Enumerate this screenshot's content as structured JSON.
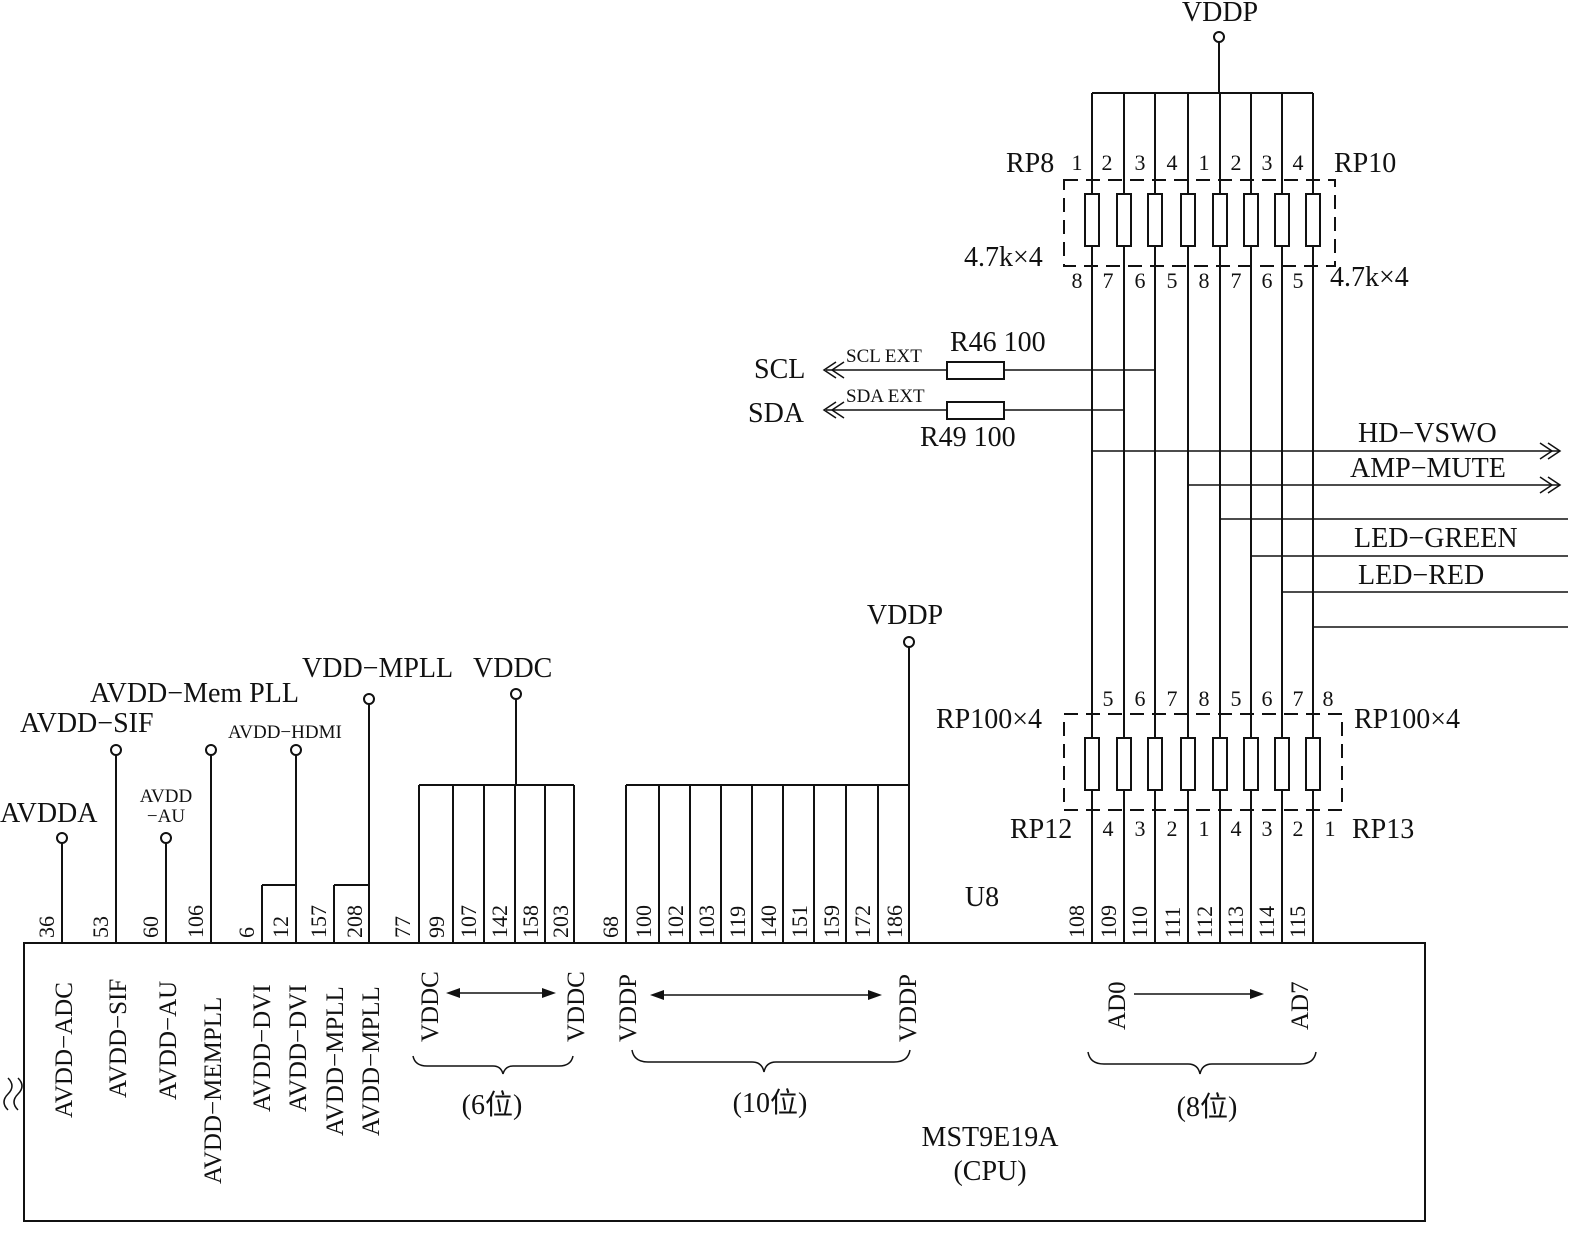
{
  "chip": {
    "name": "MST9E19A",
    "subtitle": "(CPU)",
    "ref": "U8"
  },
  "supply_labels": {
    "vddp_top": "VDDP",
    "vddp_mid": "VDDP",
    "vddc": "VDDC",
    "vdd_mpll": "VDD−MPLL",
    "avdd_mempll": "AVDD−Mem PLL",
    "avdd_sif": "AVDD−SIF",
    "avdd_hdmi": "AVDD−HDMI",
    "avdd_au_1": "AVDD",
    "avdd_au_2": "−AU",
    "avdda": "AVDDA"
  },
  "analog_pins": {
    "numbers": [
      "36",
      "53",
      "60",
      "106",
      "6",
      "12",
      "157",
      "208",
      "77"
    ],
    "names": [
      "AVDD−ADC",
      "AVDD−SIF",
      "AVDD−AU",
      "AVDD−MEMPLL",
      "AVDD−DVI",
      "AVDD−DVI",
      "AVDD−MPLL",
      "AVDD−MPLL"
    ]
  },
  "vddc_group": {
    "pins": [
      "99",
      "107",
      "142",
      "158",
      "203"
    ],
    "left": "VDDC",
    "right": "VDDC",
    "count": "(6位)"
  },
  "vddp_group": {
    "pins": [
      "68",
      "100",
      "102",
      "103",
      "119",
      "140",
      "151",
      "159",
      "172",
      "186"
    ],
    "left": "VDDP",
    "right": "VDDP",
    "count": "(10位)"
  },
  "ad_group": {
    "pins": [
      "108",
      "109",
      "110",
      "111",
      "112",
      "113",
      "114",
      "115"
    ],
    "left": "AD0",
    "right": "AD7",
    "count": "(8位)"
  },
  "pullup_packs": {
    "left_ref": "RP8",
    "right_ref": "RP10",
    "left_value": "4.7k×4",
    "right_value": "4.7k×4",
    "top_pins": [
      "1",
      "2",
      "3",
      "4",
      "1",
      "2",
      "3",
      "4"
    ],
    "bottom_pins": [
      "8",
      "7",
      "6",
      "5",
      "8",
      "7",
      "6",
      "5"
    ]
  },
  "series_packs": {
    "left_value": "RP100×4",
    "right_value": "RP100×4",
    "left_ref": "RP12",
    "right_ref": "RP13",
    "top_pins": [
      "5",
      "6",
      "7",
      "8",
      "5",
      "6",
      "7",
      "8"
    ],
    "bottom_pins": [
      "4",
      "3",
      "2",
      "1",
      "4",
      "3",
      "2",
      "1"
    ]
  },
  "i2c": {
    "scl_out": "SCL",
    "sda_out": "SDA",
    "scl_net": "SCL EXT",
    "sda_net": "SDA EXT",
    "r_scl": "R46 100",
    "r_sda": "R49 100"
  },
  "outputs": [
    "HD−VSWO",
    "AMP−MUTE",
    "LED−GREEN",
    "LED−RED"
  ]
}
